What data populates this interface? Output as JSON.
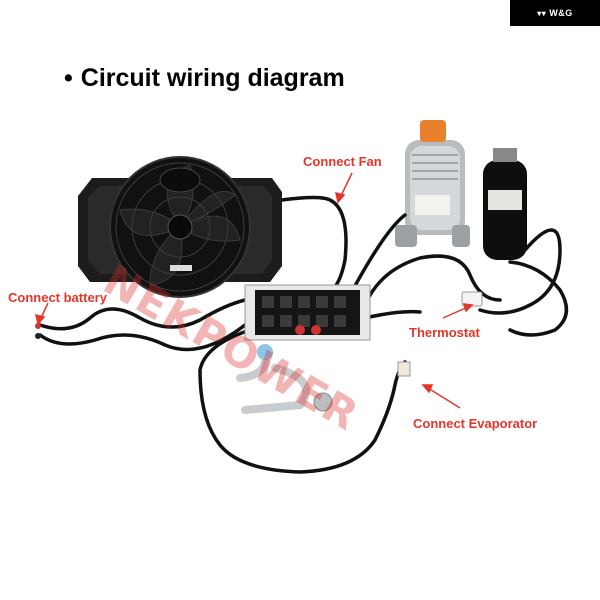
{
  "brand": {
    "text": "W&G",
    "icon": "wifi-signal-icon"
  },
  "title": "Circuit wiring diagram",
  "labels": {
    "fan": "Connect Fan",
    "battery": "Connect battery",
    "thermostat": "Thermostat",
    "evaporator": "Connect Evaporator"
  },
  "watermark": "NEKPOWER",
  "colors": {
    "label": "#e3362b",
    "brand_bg": "#000000"
  }
}
